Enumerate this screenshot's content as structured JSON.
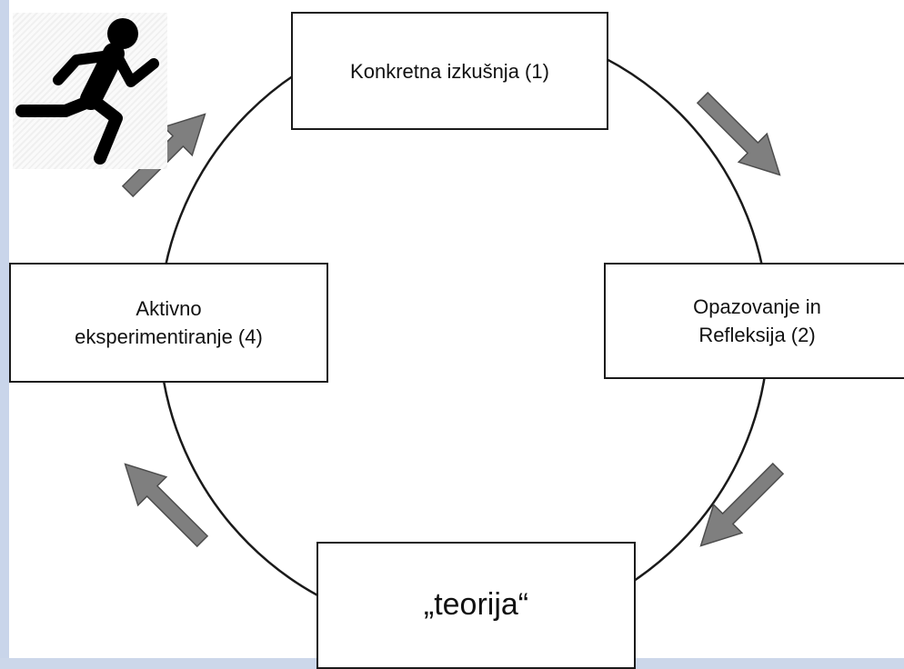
{
  "colors": {
    "background": "#ccd7ea",
    "diagram_line": "#1a1a1a",
    "arrow_fill": "#7f7f7f",
    "arrow_stroke": "#4d4d4d",
    "runner_icon": "#000000"
  },
  "icon": "running-person-icon",
  "cycle": {
    "step1": {
      "line1": "Konkretna izkušnja (1)"
    },
    "step2": {
      "line1": "Opazovanje in",
      "line2": "Refleksija (2)"
    },
    "step3": {
      "line1": "„teorija“"
    },
    "step4": {
      "line1": "Aktivno",
      "line2": "eksperimentiranje (4)"
    }
  }
}
